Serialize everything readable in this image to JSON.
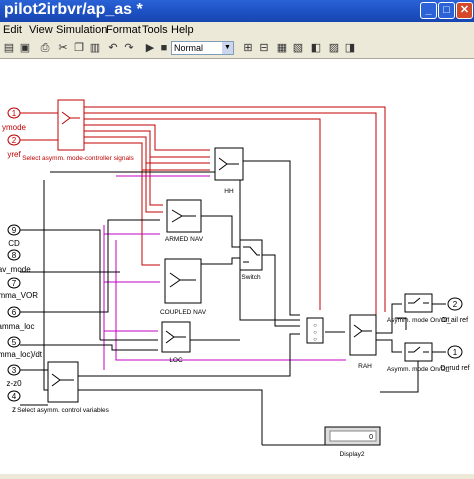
{
  "window": {
    "title": "pilot2irbvr/ap_as *"
  },
  "menu": [
    "Edit",
    "View",
    "Simulation",
    "Format",
    "Tools",
    "Help"
  ],
  "toolbar": {
    "sim_mode": "Normal"
  },
  "inports": [
    {
      "num": "1",
      "label": "ymode"
    },
    {
      "num": "2",
      "label": "yref"
    },
    {
      "num": "9",
      "label": "CD"
    },
    {
      "num": "8",
      "label": "_av_mode"
    },
    {
      "num": "7",
      "label": "amma_VOR"
    },
    {
      "num": "6",
      "label": "amma_loc"
    },
    {
      "num": "5",
      "label": "mma_loc)/dt"
    },
    {
      "num": "3",
      "label": "z-z0"
    },
    {
      "num": "4",
      "label": "z"
    }
  ],
  "blocks": {
    "select_mode": "Select asymm. mode-controller signals",
    "select_ctrl": "Select asymm. control variables",
    "hh": "HH",
    "armed_nav": "ARMED NAV",
    "coupled_nav": "COUPLED NAV",
    "loc": "LOC",
    "switch": "Switch",
    "rah": "RAH",
    "sw1": "Asymm. mode On/Off",
    "sw2": "Asymm. mode On/Off",
    "display": "Display2",
    "display_value": "0"
  },
  "outports": [
    {
      "num": "2",
      "label": "D_ail ref"
    },
    {
      "num": "1",
      "label": "D_rud ref"
    }
  ]
}
